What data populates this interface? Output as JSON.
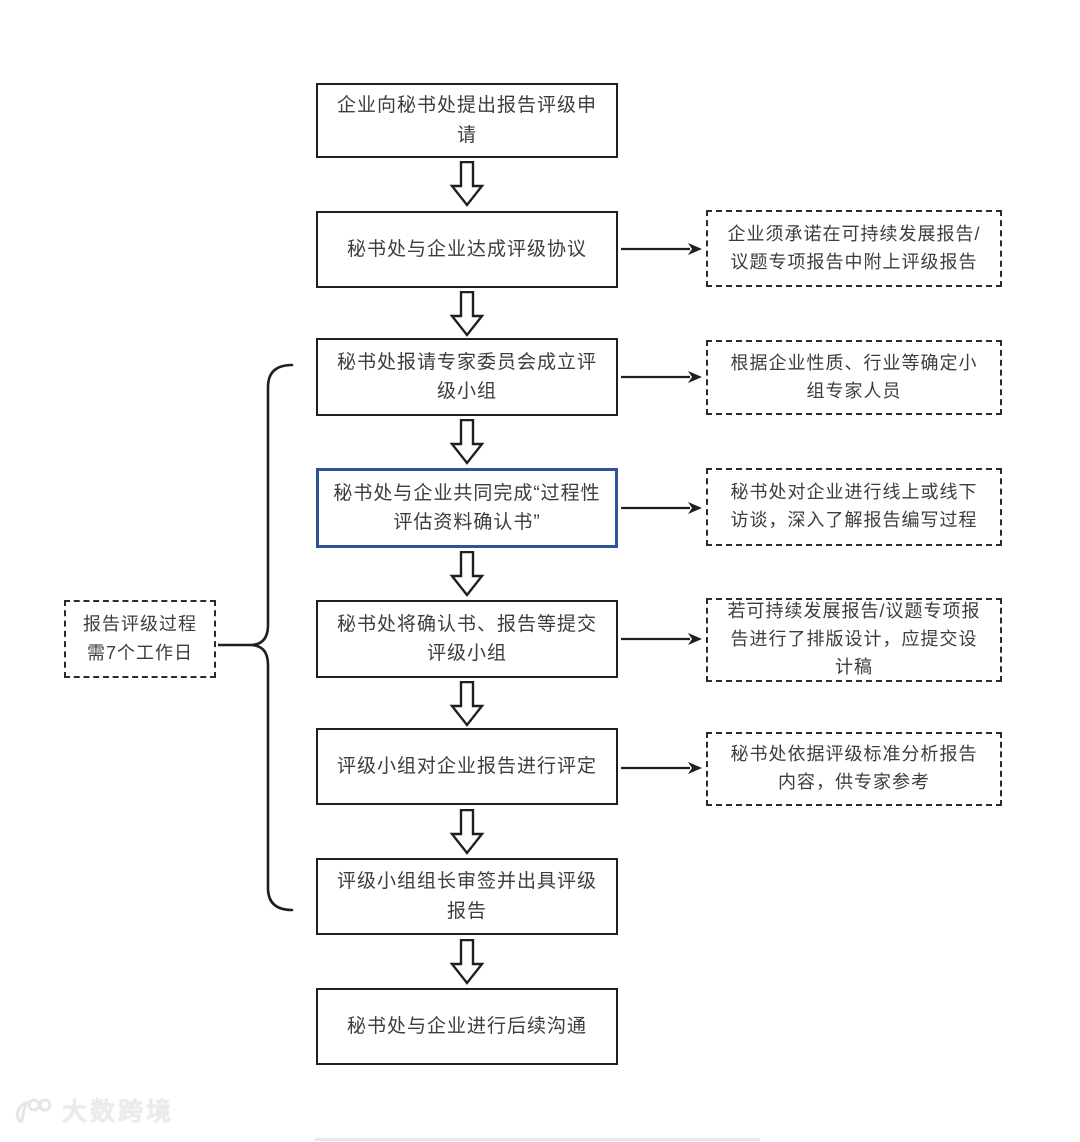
{
  "flow": {
    "steps": [
      {
        "label": "企业向秘书处提出报告评级申请",
        "highlight": false
      },
      {
        "label": "秘书处与企业达成评级协议",
        "highlight": false
      },
      {
        "label": "秘书处报请专家委员会成立评级小组",
        "highlight": false
      },
      {
        "label": "秘书处与企业共同完成“过程性评估资料确认书”",
        "highlight": true
      },
      {
        "label": "秘书处将确认书、报告等提交评级小组",
        "highlight": false
      },
      {
        "label": "评级小组对企业报告进行评定",
        "highlight": false
      },
      {
        "label": "评级小组组长审签并出具评级报告",
        "highlight": false
      },
      {
        "label": "秘书处与企业进行后续沟通",
        "highlight": false
      }
    ],
    "annotations": [
      {
        "label": "企业须承诺在可持续发展报告/议题专项报告中附上评级报告"
      },
      {
        "label": "根据企业性质、行业等确定小组专家人员"
      },
      {
        "label": "秘书处对企业进行线上或线下访谈，深入了解报告编写过程"
      },
      {
        "label": "若可持续发展报告/议题专项报告进行了排版设计，应提交设计稿"
      },
      {
        "label": "秘书处依据评级标准分析报告内容，供专家参考"
      }
    ],
    "duration_note": {
      "line1": "报告评级过程",
      "line2": "需7个工作日"
    }
  },
  "colors": {
    "line": "#1f1f1f",
    "text": "#3d3d3d",
    "highlight_border": "#2e5496",
    "watermark": "#ebebeb"
  },
  "watermark": {
    "text": "大数跨境",
    "logo": "100-swirl-logo"
  }
}
